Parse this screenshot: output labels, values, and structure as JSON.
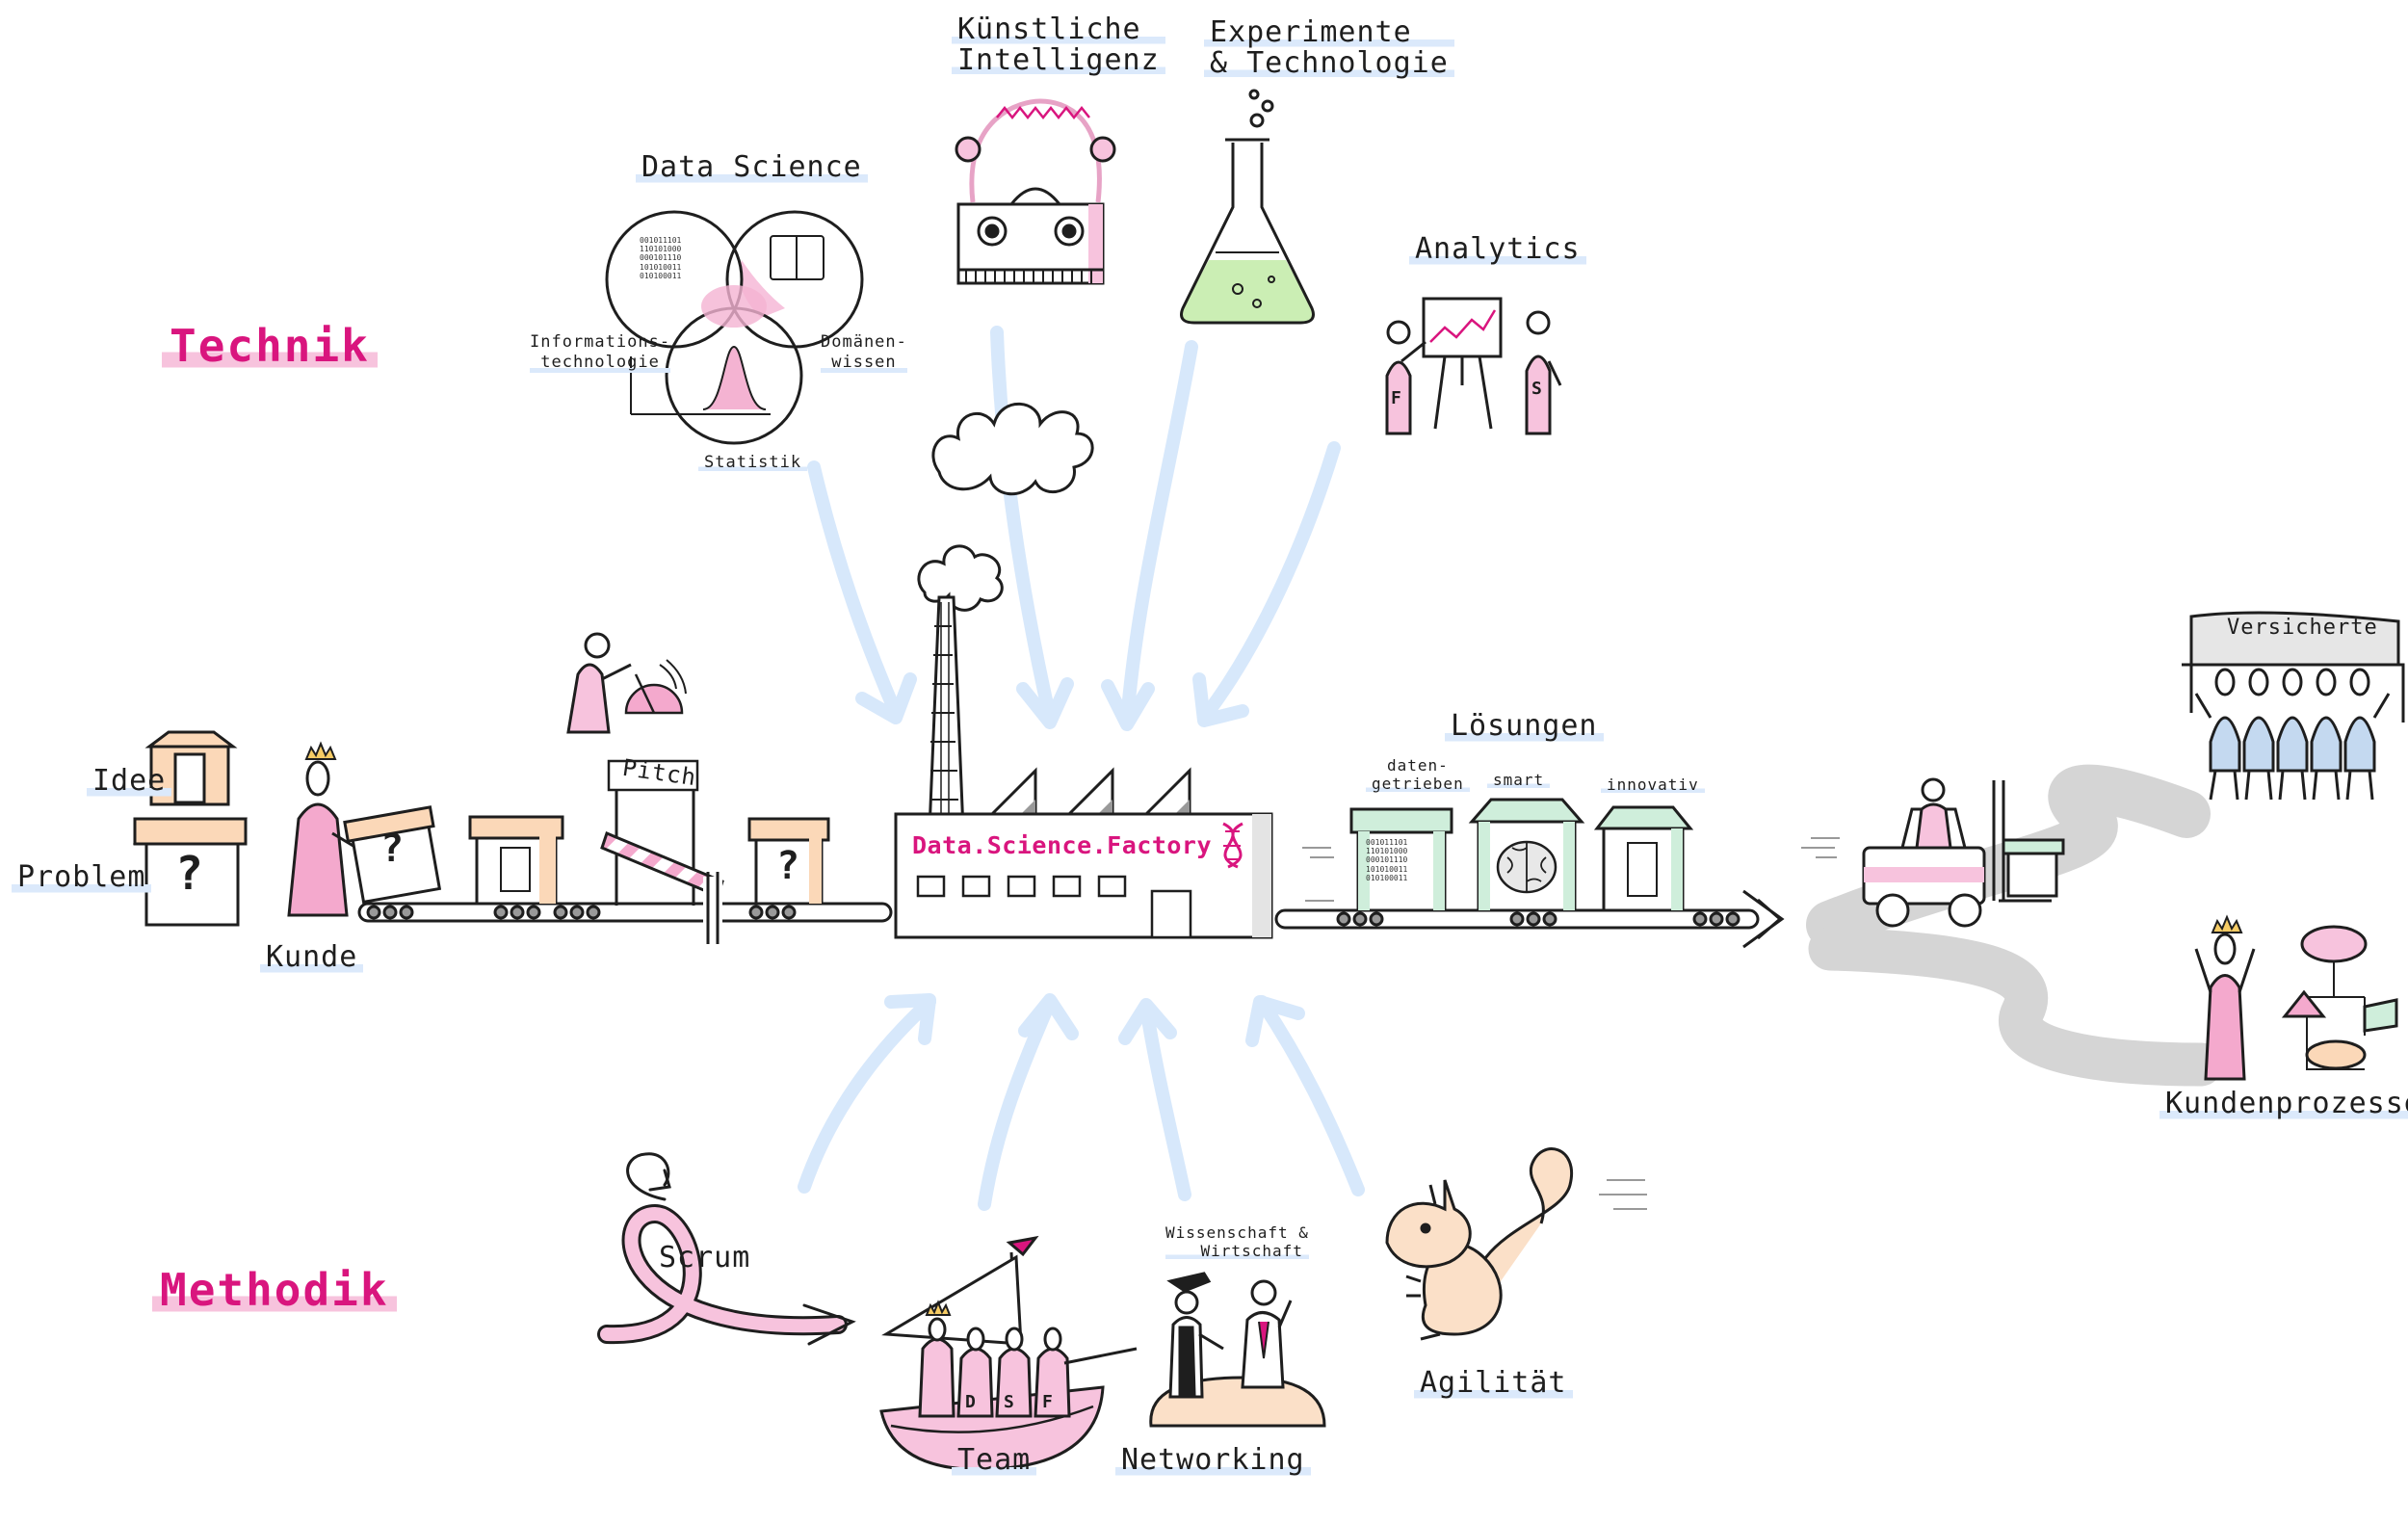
{
  "sections": {
    "technik": "Technik",
    "methodik": "Methodik"
  },
  "technik_items": {
    "data_science": "Data Science",
    "informationstechnologie": [
      "Informations-",
      "technologie"
    ],
    "domaenenwissen": [
      "Domänen-",
      "wissen"
    ],
    "statistik": "Statistik",
    "kuenstliche_intelligenz": [
      "Künstliche",
      "Intelligenz"
    ],
    "experimente": [
      "Experimente",
      "& Technologie"
    ],
    "analytics": "Analytics",
    "analytics_badges": [
      "F",
      "S"
    ]
  },
  "pipeline": {
    "idee": "Idee",
    "problem": "Problem",
    "kunde": "Kunde",
    "pitch": "Pitch",
    "question": "?",
    "factory_name": "Data.Science.Factory",
    "loesungen": "Lösungen",
    "loesung_types": [
      [
        "daten-",
        "getrieben"
      ],
      [
        "smart"
      ],
      [
        "innovativ"
      ]
    ],
    "binary": [
      "001011101",
      "110101000",
      "000101110",
      "101010011",
      "010100011"
    ]
  },
  "customer_side": {
    "versicherte": "Versicherte",
    "kundenprozesse": "Kundenprozesse"
  },
  "methodik_items": {
    "scrum": "Scrum",
    "team": "Team",
    "team_badges": [
      "D",
      "S",
      "F"
    ],
    "networking": "Networking",
    "wissenschaft": [
      "Wissenschaft &",
      "Wirtschaft"
    ],
    "agilitaet": "Agilität"
  },
  "colors": {
    "accent_pink": "#d9157e",
    "light_pink": "#f7c3dd",
    "arrow_blue": "#d7e8fb",
    "box_orange": "#fbd8b8",
    "box_green": "#cfeedb",
    "flask_green": "#cbeeb4",
    "road_gray": "#d5d5d5",
    "ink": "#1e1e1e"
  }
}
